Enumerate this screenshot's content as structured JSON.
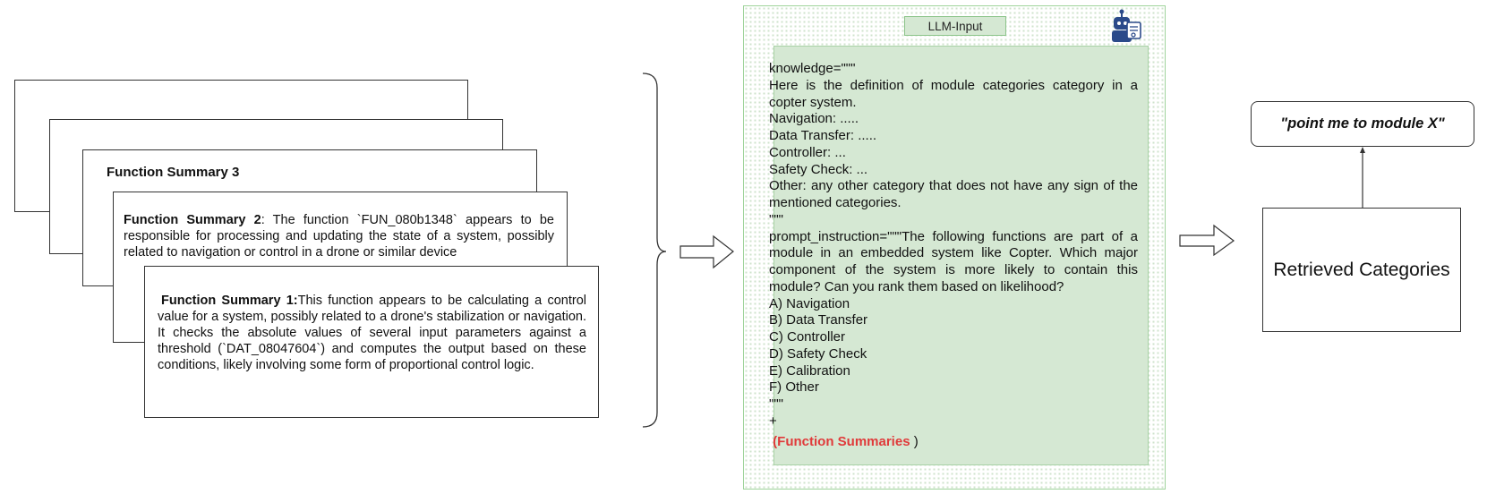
{
  "function_summaries": {
    "summary_3": {
      "title": "Function Summary 3"
    },
    "summary_2": {
      "title": "Function Summary 2",
      "text": ": The function `FUN_080b1348` appears to be responsible for processing and updating the state of a system, possibly related to navigation or control in a drone or similar device"
    },
    "summary_1": {
      "title": "Function Summary 1:",
      "text": "This function appears to be calculating a control value for a system, possibly related to a drone's stabilization or navigation. It checks the absolute values of several input parameters against a threshold (`DAT_08047604`) and computes the output based on these conditions, likely involving some form of proportional control logic."
    }
  },
  "llm_input": {
    "tab_label": "LLM-Input",
    "knowledge_open": "knowledge=\"\"\"",
    "definition_intro": "Here is the definition of module categories category in a copter system.",
    "category_defs": [
      "Navigation: .....",
      "Data Transfer: .....",
      "Controller: ...",
      "Safety Check: ..."
    ],
    "other_def": "Other: any other category that does not have any sign of the mentioned categories.",
    "triple_quote": "\"\"\"",
    "prompt_instruction": "prompt_instruction=\"\"\"The following functions are part of a module in an embedded system like Copter. Which major component of the system is more likely to contain this module? Can you rank them based on likelihood?",
    "options": [
      "A) Navigation",
      "B) Data Transfer",
      "C) Controller",
      "D) Safety Check",
      "E) Calibration",
      "F) Other"
    ],
    "triple_quote_end": "\"\"\"",
    "plus": "+",
    "paren_open": "(",
    "function_summaries_label": "Function Summaries",
    "paren_close": ")"
  },
  "query_label": "\"point me to module X\"",
  "retrieved_label": "Retrieved Categories",
  "icons": [
    "robot-icon",
    "brace-icon",
    "arrow-right-icon"
  ],
  "colors": {
    "panel_green": "#d5e8d3",
    "panel_border": "#9fd39b",
    "highlight_red": "#e03a3a"
  }
}
